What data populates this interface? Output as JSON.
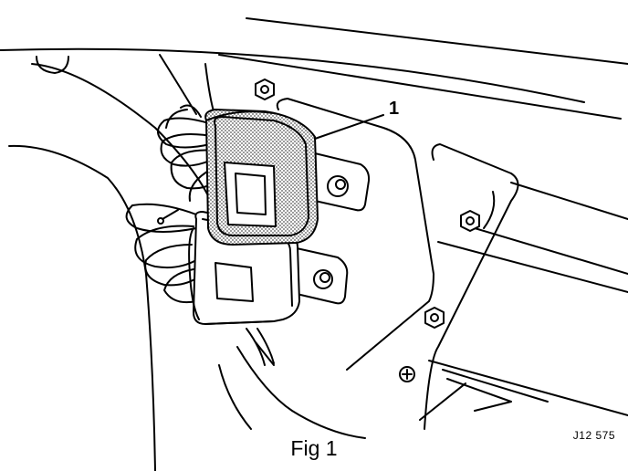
{
  "figure": {
    "callout_number": "1",
    "caption": "Fig 1",
    "reference_code": "J12 575"
  },
  "colors": {
    "line": "#000000",
    "background": "#ffffff",
    "stipple": "#555555"
  }
}
